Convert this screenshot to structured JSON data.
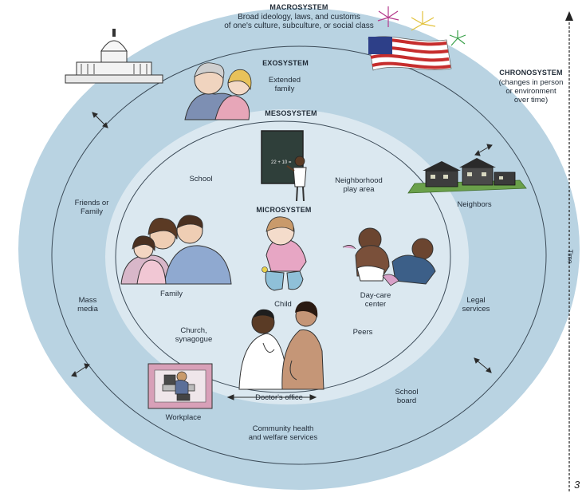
{
  "macrosystem": {
    "title": "MACROSYSTEM",
    "line1": "Broad ideology, laws, and customs",
    "line2": "of one's culture, subculture, or social class"
  },
  "exosystem": {
    "title": "EXOSYSTEM"
  },
  "mesosystem": {
    "title": "MESOSYSTEM"
  },
  "microsystem": {
    "title": "MICROSYSTEM"
  },
  "chronosystem": {
    "title": "CHRONOSYSTEM",
    "line1": "(changes in person",
    "line2": "or environment",
    "line3": "over time)",
    "axis_label": "Time"
  },
  "labels": {
    "extended_family_1": "Extended",
    "extended_family_2": "family",
    "school": "School",
    "neighborhood_1": "Neighborhood",
    "neighborhood_2": "play area",
    "neighbors": "Neighbors",
    "friends_1": "Friends or",
    "friends_2": "Family",
    "family": "Family",
    "child": "Child",
    "daycare_1": "Day-care",
    "daycare_2": "center",
    "mass_media_1": "Mass",
    "mass_media_2": "media",
    "legal_1": "Legal",
    "legal_2": "services",
    "church_1": "Church,",
    "church_2": "synagogue",
    "peers": "Peers",
    "doctors_office": "Doctor's office",
    "school_board_1": "School",
    "school_board_2": "board",
    "workplace": "Workplace",
    "community_1": "Community health",
    "community_2": "and welfare services"
  },
  "chalkboard_text": "22 + 10 =",
  "page_number": "3",
  "colors": {
    "outer_ring": "#b9d3e2",
    "inner_disc": "#dbe8f0",
    "ring_line": "#3b4a57",
    "flag_red": "#c62d2d",
    "flag_blue": "#2d3f88"
  },
  "icons": [
    "capitol-building-icon",
    "flag-fireworks-icon",
    "grandparent-child-icon",
    "teacher-chalkboard-icon",
    "houses-icon",
    "family-portrait-icon",
    "toddler-icon",
    "infants-icon",
    "doctor-patient-icon",
    "office-cubicle-icon"
  ]
}
